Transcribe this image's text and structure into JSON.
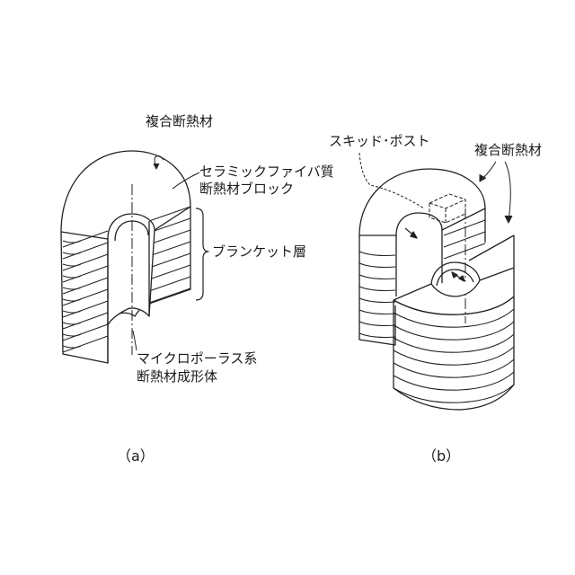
{
  "figure_a": {
    "label_composite": "複合断熱材",
    "label_ceramic_line1": "セラミックファイバ質",
    "label_ceramic_line2": "断熱材ブロック",
    "label_blanket": "ブランケット層",
    "label_micro_line1": "マイクロポーラス系",
    "label_micro_line2": "断熱材成形体",
    "caption": "（a）"
  },
  "figure_b": {
    "label_skid_post": "スキッド･ポスト",
    "label_composite": "複合断熱材",
    "caption": "（b）"
  }
}
